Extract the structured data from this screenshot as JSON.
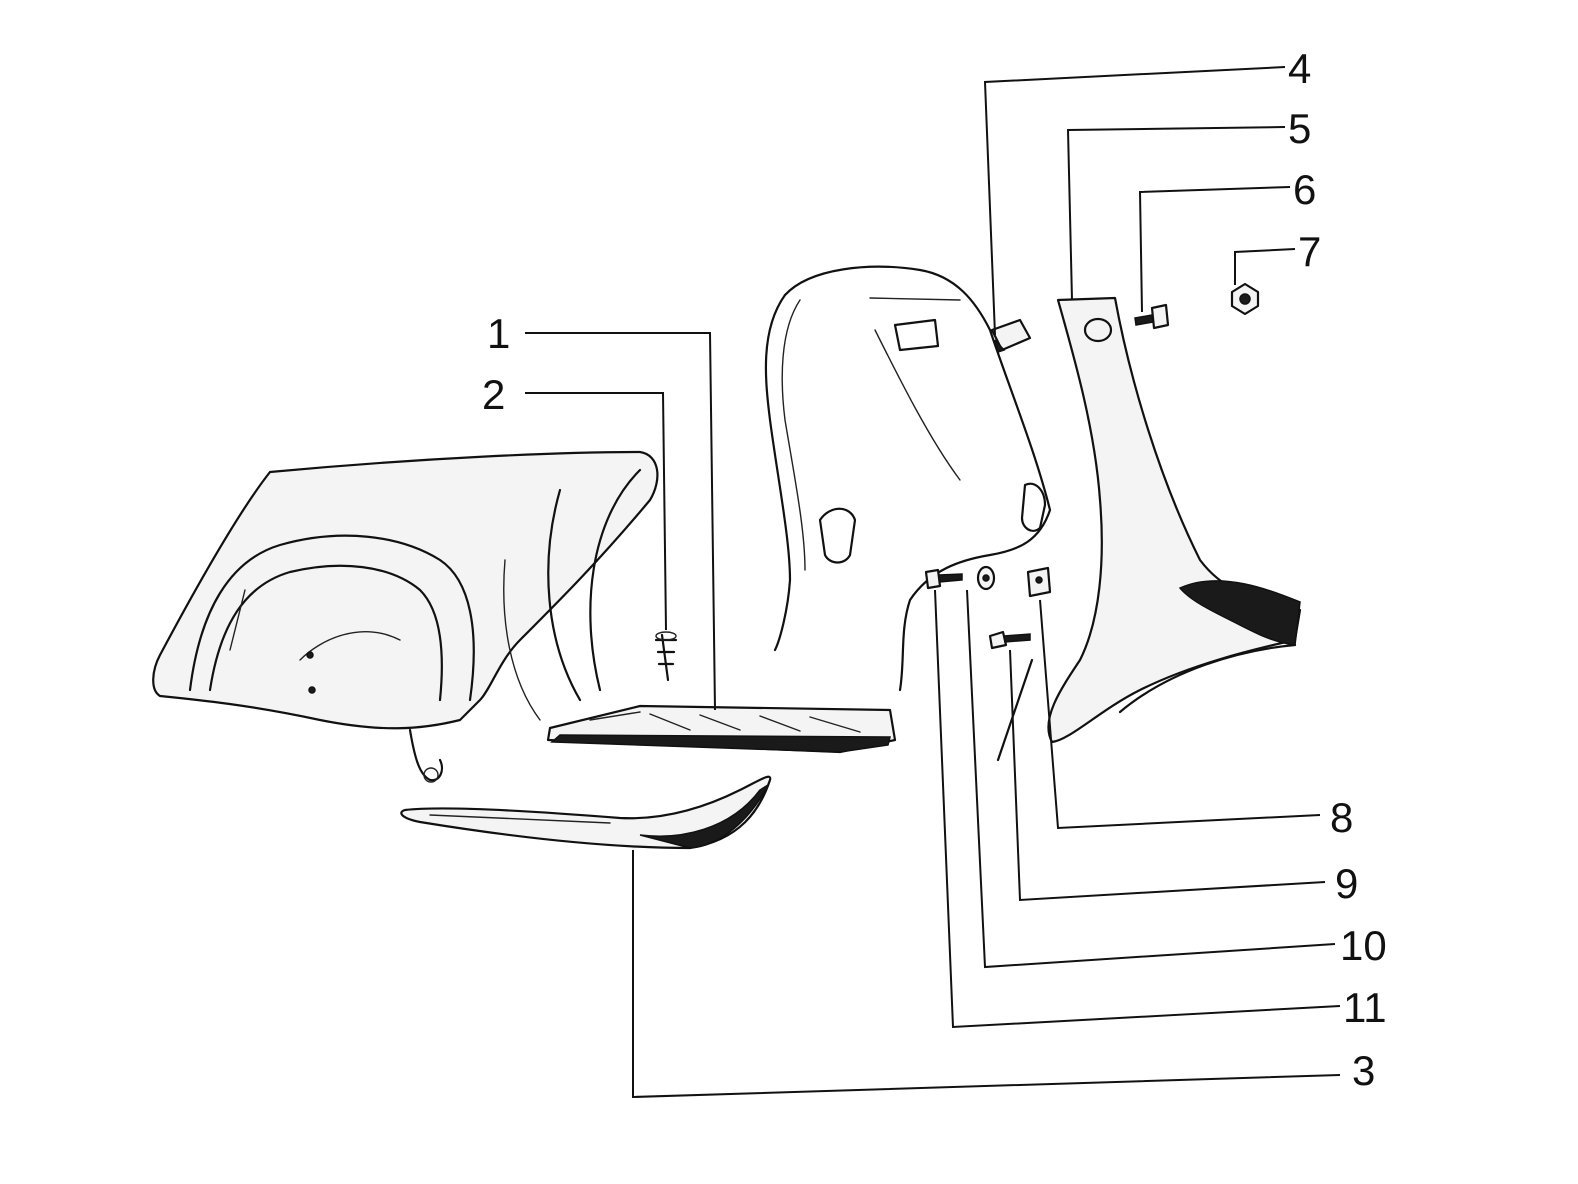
{
  "diagram": {
    "callouts": [
      {
        "id": "c1",
        "label": "1"
      },
      {
        "id": "c2",
        "label": "2"
      },
      {
        "id": "c3",
        "label": "3"
      },
      {
        "id": "c4",
        "label": "4"
      },
      {
        "id": "c5",
        "label": "5"
      },
      {
        "id": "c6",
        "label": "6"
      },
      {
        "id": "c7",
        "label": "7"
      },
      {
        "id": "c8",
        "label": "8"
      },
      {
        "id": "c9",
        "label": "9"
      },
      {
        "id": "c10",
        "label": "10"
      },
      {
        "id": "c11",
        "label": "11"
      }
    ],
    "colors": {
      "line": "#111111",
      "background": "#ffffff"
    }
  }
}
